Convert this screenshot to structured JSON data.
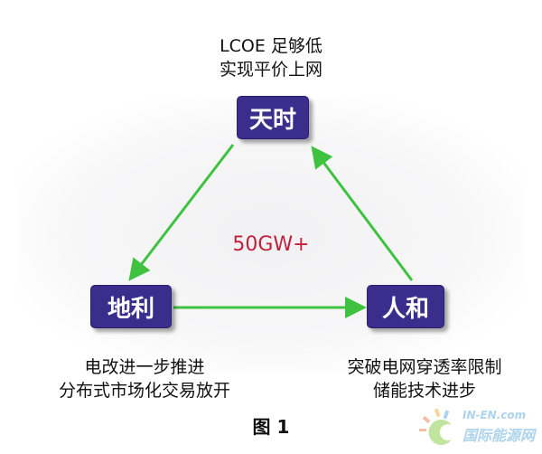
{
  "top": {
    "line1": "LCOE 足够低",
    "line2": "实现平价上网",
    "box": "天时"
  },
  "left": {
    "box": "地利",
    "line1": "电改进一步推进",
    "line2": "分布式市场化交易放开"
  },
  "right": {
    "box": "人和",
    "line1": "突破电网穿透率限制",
    "line2": "储能技术进步"
  },
  "center_label": "50GW+",
  "caption": "图 1",
  "watermark": {
    "en": "IN-EN.com",
    "cn": "国际能源网"
  },
  "colors": {
    "box": "#3b2d8c",
    "arrow": "#3fc23f",
    "center": "#c0203a"
  }
}
